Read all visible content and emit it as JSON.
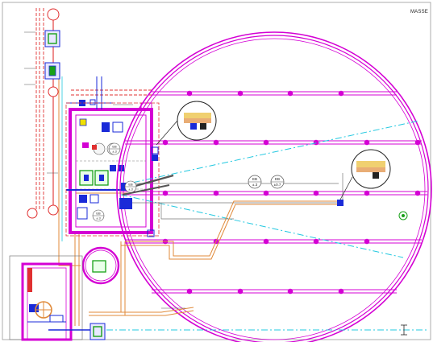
{
  "sheet": {
    "label": "MASSE",
    "colors": {
      "background": "#ffffff",
      "tank": "#d400d4",
      "pipe": "#e08a3a",
      "dashed": "#e03030",
      "cyan": "#22c8e0",
      "blue": "#1a2ad8",
      "green": "#18a018",
      "gray": "#7a7a7a",
      "dark": "#222222"
    }
  },
  "center_markers": [
    {
      "top": "EB",
      "bottom": "±.3"
    },
    {
      "top": "EB",
      "bottom": "±0.7"
    }
  ],
  "left_markers": [
    {
      "top": "EB",
      "bottom": "±.3"
    },
    {
      "top": "EB",
      "bottom": "±.3"
    },
    {
      "top": "EB",
      "bottom": "±.3"
    }
  ],
  "icons": {
    "tank_gauge_1": "level-gauge-icon",
    "tank_gauge_2": "level-gauge-icon"
  }
}
